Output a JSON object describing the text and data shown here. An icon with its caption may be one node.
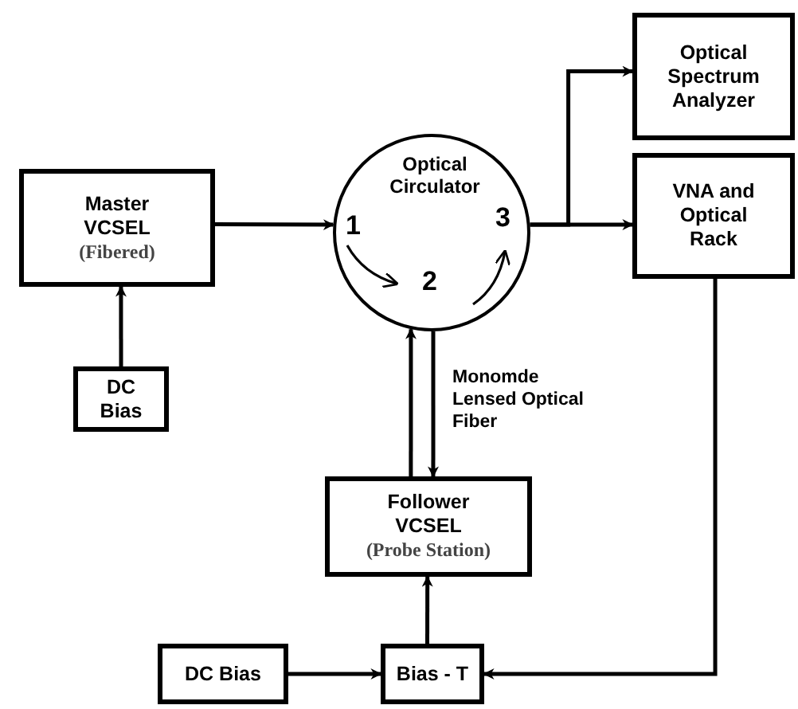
{
  "diagram": {
    "nodes": [
      {
        "text": [
          "Master VCSEL",
          "(Fibered)"
        ]
      },
      {
        "text": [
          "Optical Circulator",
          "1",
          "2",
          "3"
        ]
      },
      {
        "text": [
          "Optical Spectrum Analyzer"
        ]
      },
      {
        "text": [
          "VNA and Optical Rack"
        ]
      },
      {
        "text": [
          "DC Bias"
        ]
      },
      {
        "text": [
          "Follower VCSEL",
          "(Probe Station)"
        ]
      },
      {
        "text": [
          "DC Bias"
        ]
      },
      {
        "text": [
          "Bias - T"
        ]
      }
    ],
    "edges": [
      {
        "from": 4,
        "to": 0,
        "arrow": "to"
      },
      {
        "from": 0,
        "to": 1,
        "arrow": "to"
      },
      {
        "from": 1,
        "to": 2,
        "arrow": "to"
      },
      {
        "from": 1,
        "to": 3,
        "arrow": "to"
      },
      {
        "from": 5,
        "to": 1,
        "arrow": "to"
      },
      {
        "from": 1,
        "to": 5,
        "arrow": "to",
        "label": "Monomde Lensed Optical Fiber"
      },
      {
        "from": 3,
        "to": 7,
        "arrow": "to"
      },
      {
        "from": 6,
        "to": 7,
        "arrow": "to"
      },
      {
        "from": 7,
        "to": 5,
        "arrow": "to"
      }
    ]
  }
}
